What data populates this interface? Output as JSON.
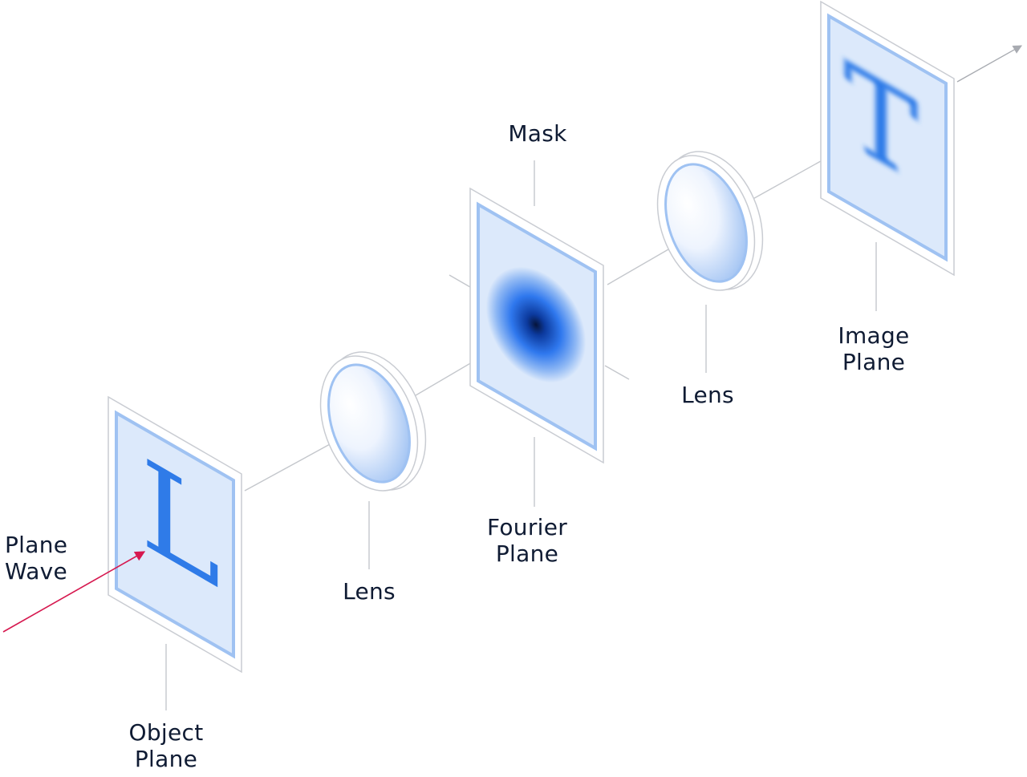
{
  "labels": {
    "plane_wave": [
      "Plane",
      "Wave"
    ],
    "object_plane": [
      "Object",
      "Plane"
    ],
    "lens_1": "Lens",
    "mask": "Mask",
    "fourier_plane": [
      "Fourier",
      "Plane"
    ],
    "lens_2": "Lens",
    "image_plane": [
      "Image",
      "Plane"
    ]
  },
  "planes": {
    "object_letter": "L",
    "image_letter": "T"
  },
  "colors": {
    "plane_fill": "#dce9fb",
    "plane_border": "#9fc2f2",
    "frame": "#c9ccd2",
    "axis": "#c4c7cc",
    "letter": "#2f7be8",
    "arrow": "#d6184f",
    "text": "#0f1b33"
  }
}
